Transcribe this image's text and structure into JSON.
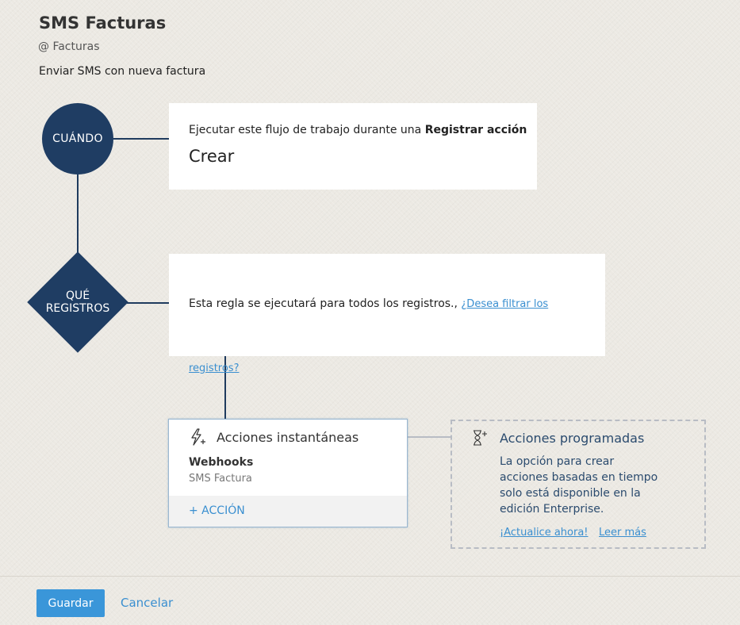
{
  "header": {
    "title": "SMS Facturas",
    "module": "@ Facturas",
    "description": "Enviar SMS con nueva factura"
  },
  "when": {
    "label": "CUÁNDO",
    "text_prefix": "Ejecutar este flujo de trabajo durante una ",
    "text_bold": "Registrar acción",
    "value": "Crear"
  },
  "which": {
    "label": "QUÉ REGISTROS",
    "text": "Esta regla se ejecutará para todos los registros.,",
    "link_part1": "¿Desea filtrar los",
    "link_part2": "registros?"
  },
  "instant": {
    "title": "Acciones instantáneas",
    "icon": "lightning-plus-icon",
    "action_name": "Webhooks",
    "action_sub": "SMS Factura",
    "add_label": "+ ACCIÓN"
  },
  "scheduled": {
    "title": "Acciones programadas",
    "icon": "hourglass-plus-icon",
    "body": "La opción para crear acciones basadas en tiempo solo está disponible en la edición Enterprise.",
    "upgrade_link": "¡Actualice ahora!",
    "read_more_link": "Leer más"
  },
  "footer": {
    "save_label": "Guardar",
    "cancel_label": "Cancelar"
  },
  "colors": {
    "node": "#1f3d63",
    "link": "#3a8fd0",
    "save_button": "#3a96d9"
  }
}
